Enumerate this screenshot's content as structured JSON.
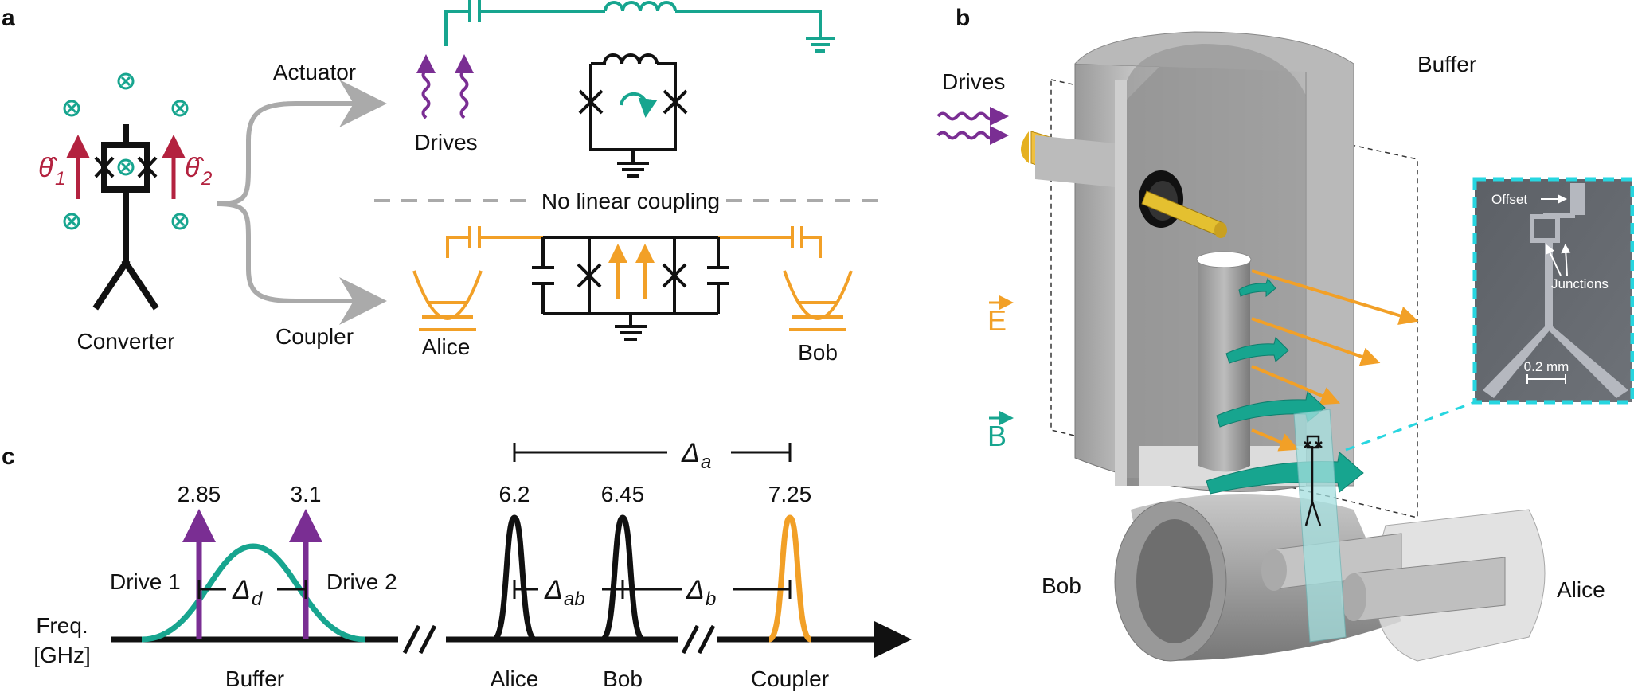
{
  "colors": {
    "teal": "#17a58f",
    "orange": "#f2a027",
    "purple": "#7a2e93",
    "red": "#b3223f",
    "gray": "#aaaaaa",
    "black": "#111111",
    "cyan_dash": "#27d6e0"
  },
  "panel_labels": {
    "a": "a",
    "b": "b",
    "c": "c"
  },
  "panel_a": {
    "converter_label": "Converter",
    "theta1": "θ̂",
    "theta1_sub": "1",
    "theta2": "θ̂",
    "theta2_sub": "2",
    "actuator_label": "Actuator",
    "coupler_label": "Coupler",
    "drives_label": "Drives",
    "no_linear_coupling": "No linear coupling",
    "alice_label": "Alice",
    "bob_label": "Bob"
  },
  "panel_b": {
    "drives_label": "Drives",
    "buffer_label": "Buffer",
    "e_field": "E",
    "b_field": "B",
    "bob_label": "Bob",
    "alice_label": "Alice",
    "inset": {
      "offset_label": "Offset",
      "junctions_label": "Junctions",
      "scale_label": "0.2 mm"
    }
  },
  "panel_c": {
    "axis_label_line1": "Freq.",
    "axis_label_line2": "[GHz]",
    "drive1_label": "Drive 1",
    "drive2_label": "Drive 2",
    "delta": "Δ",
    "delta_d_sub": "d",
    "delta_ab_sub": "ab",
    "delta_b_sub": "b",
    "delta_a_sub": "a",
    "groups": [
      "Buffer",
      "Alice",
      "Bob",
      "Coupler"
    ],
    "frequencies": [
      {
        "name": "Drive 1",
        "value": "2.85"
      },
      {
        "name": "Drive 2",
        "value": "3.1"
      },
      {
        "name": "Alice",
        "value": "6.2"
      },
      {
        "name": "Bob",
        "value": "6.45"
      },
      {
        "name": "Coupler",
        "value": "7.25"
      }
    ]
  }
}
